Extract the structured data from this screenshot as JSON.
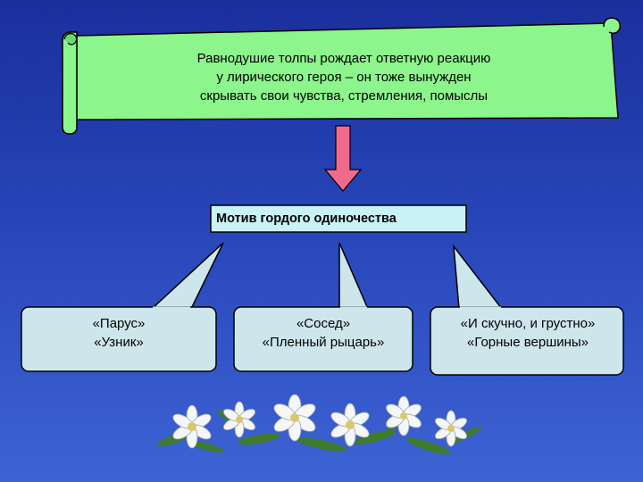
{
  "scroll": {
    "lines": [
      "Равнодушие толпы рождает ответную реакцию",
      "у лирического героя – он тоже вынужден",
      "скрывать свои чувства, стремления, помыслы"
    ]
  },
  "motif": {
    "label": "Мотив гордого одиночества"
  },
  "callouts": [
    {
      "lines": [
        "«Парус»",
        "«Узник»"
      ]
    },
    {
      "lines": [
        "«Сосед»",
        "«Пленный рыцарь»"
      ]
    },
    {
      "lines": [
        "«И скучно, и грустно»",
        "«Горные вершины»"
      ]
    }
  ],
  "colors": {
    "background_top": "#1a2f9c",
    "background_bottom": "#3d63d4",
    "scroll_fill": "#8cf58c",
    "arrow_fill": "#f06a8c",
    "motif_fill": "#c9f2f5",
    "callout_fill": "#cde6ec"
  },
  "icons": {
    "arrow": "down-arrow-icon",
    "flowers": "white-flowers-decoration"
  }
}
